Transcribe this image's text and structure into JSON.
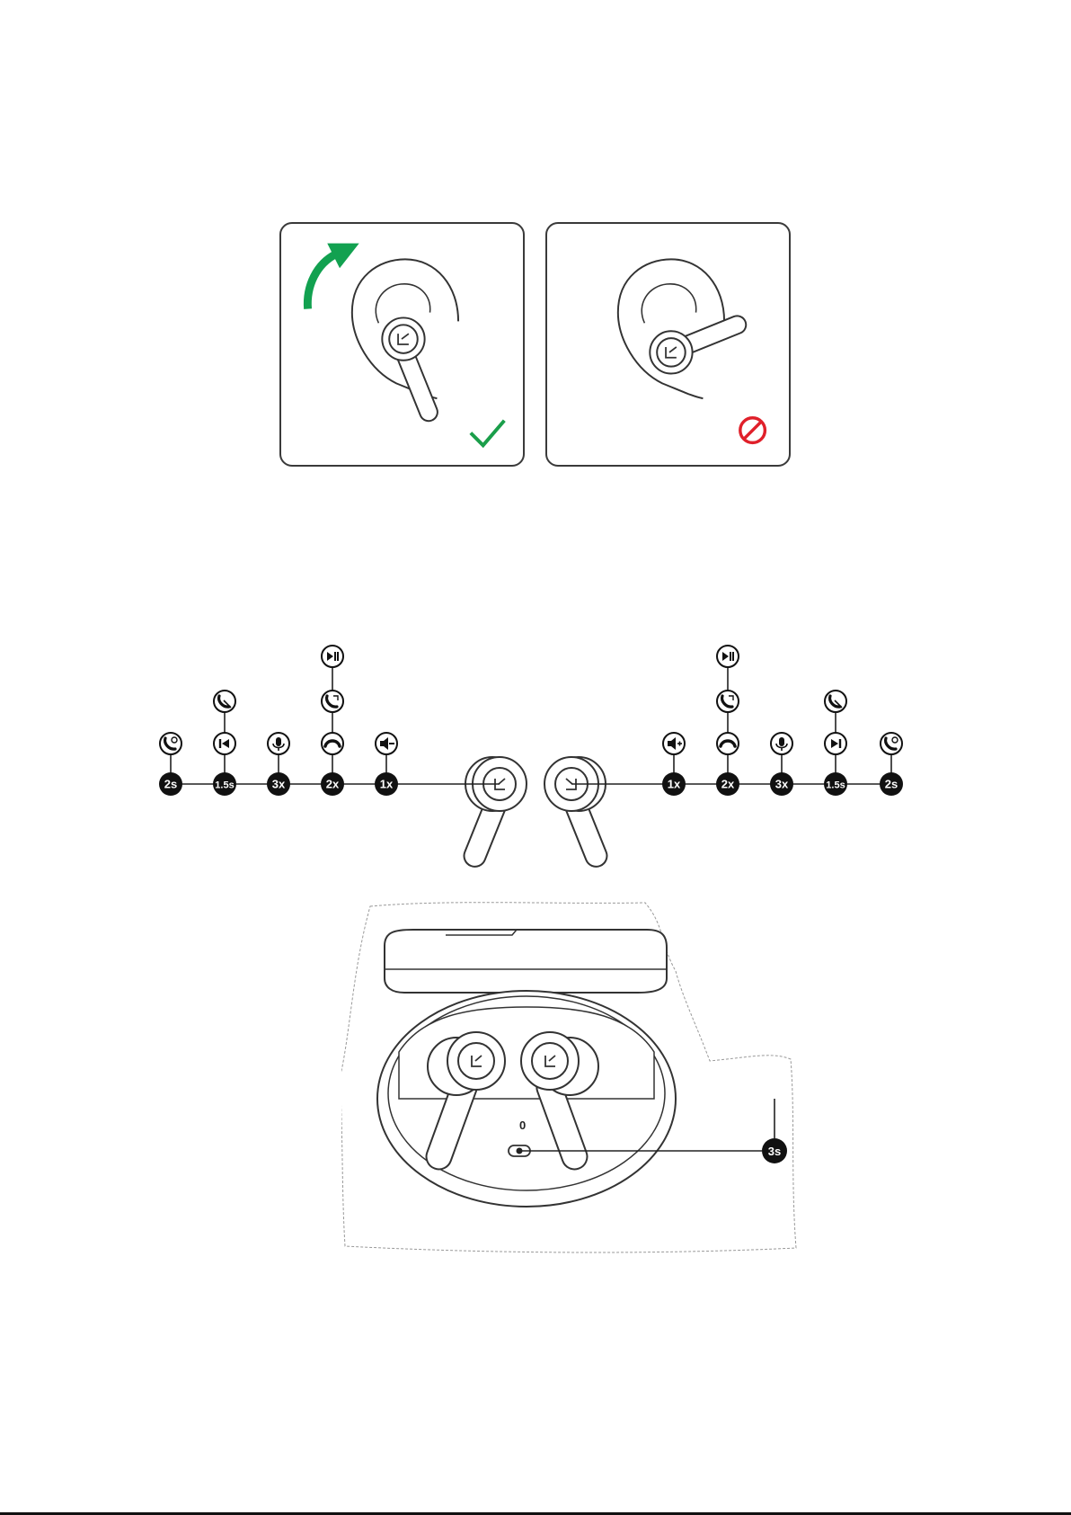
{
  "wear_guide": {
    "correct_icon": "check-icon",
    "incorrect_icon": "prohibited-icon",
    "rotate_icon": "rotate-arrow-icon",
    "colors": {
      "correct": "#1a9e4a",
      "incorrect": "#e0202a",
      "arrow": "#12a150"
    }
  },
  "controls": {
    "left": {
      "steps": [
        {
          "badge": "2s",
          "icons": [
            "voice-assistant-icon"
          ]
        },
        {
          "badge": "1.5s",
          "icons": [
            "previous-track-icon",
            "reject-call-icon"
          ]
        },
        {
          "badge": "3x",
          "icons": [
            "microphone-icon"
          ]
        },
        {
          "badge": "2x",
          "icons": [
            "end-call-icon",
            "answer-call-icon",
            "play-pause-icon"
          ]
        },
        {
          "badge": "1x",
          "icons": [
            "volume-down-icon"
          ]
        }
      ]
    },
    "right": {
      "steps": [
        {
          "badge": "1x",
          "icons": [
            "volume-up-icon"
          ]
        },
        {
          "badge": "2x",
          "icons": [
            "end-call-icon",
            "answer-call-icon",
            "play-pause-icon"
          ]
        },
        {
          "badge": "3x",
          "icons": [
            "microphone-icon"
          ]
        },
        {
          "badge": "1.5s",
          "icons": [
            "next-track-icon",
            "reject-call-icon"
          ]
        },
        {
          "badge": "2s",
          "icons": [
            "voice-assistant-icon"
          ]
        }
      ]
    }
  },
  "case": {
    "indicator_label": "0",
    "button_badge": "3s"
  }
}
